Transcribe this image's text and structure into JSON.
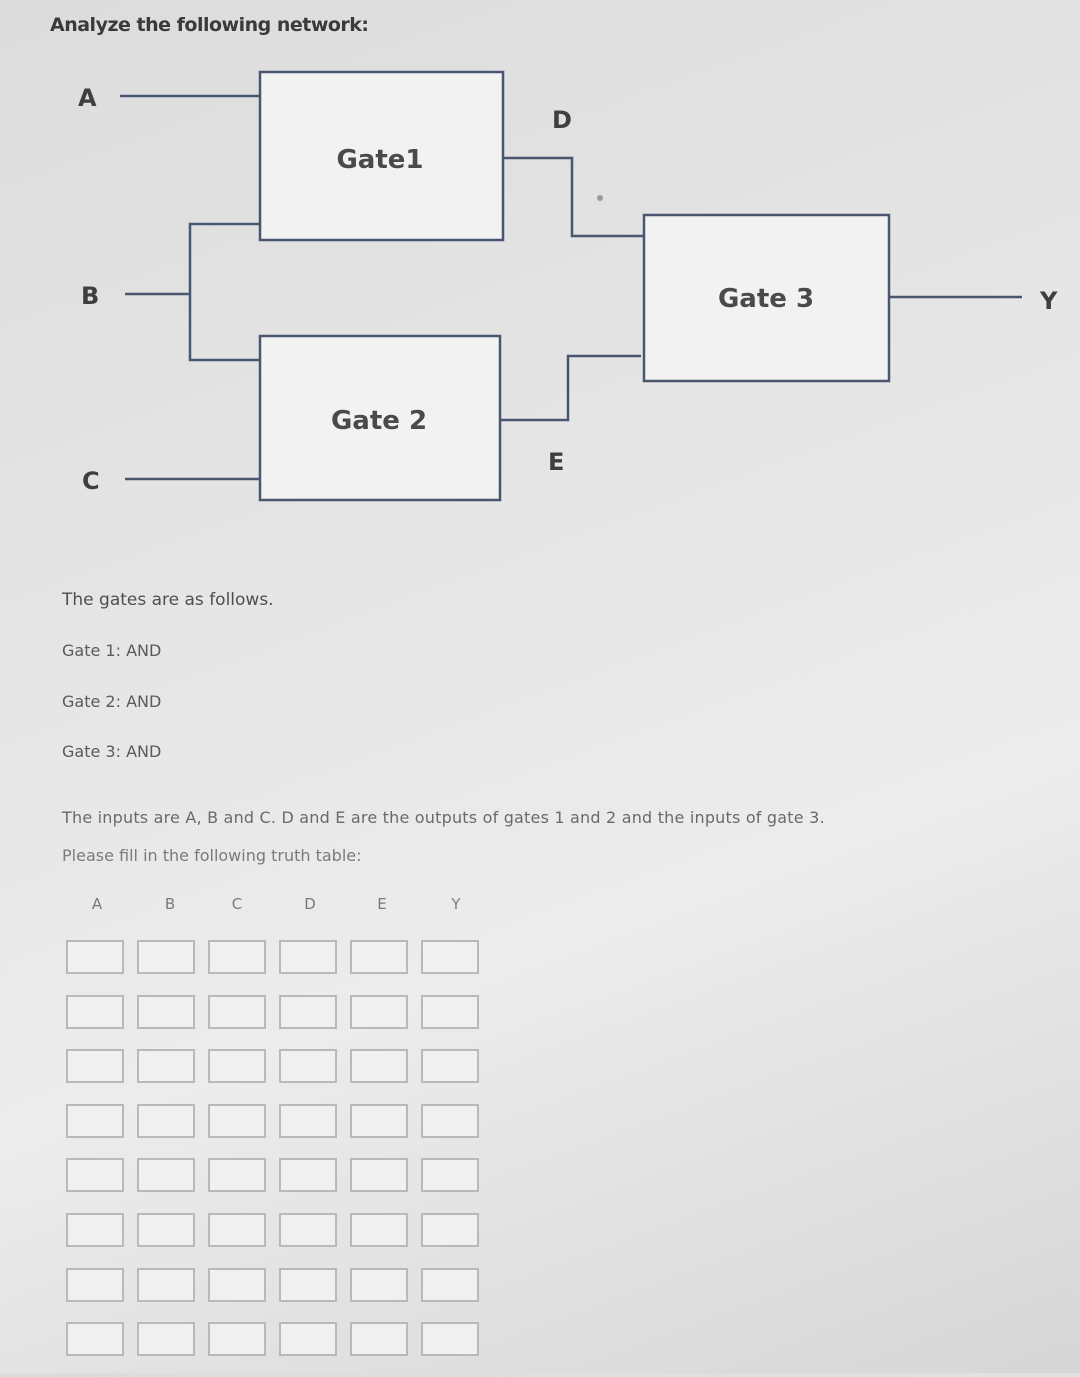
{
  "heading": "Analyze the following network:",
  "diagram": {
    "inputs": [
      "A",
      "B",
      "C"
    ],
    "intermediates": [
      "D",
      "E"
    ],
    "output": "Y",
    "gates": [
      "Gate1",
      "Gate 2",
      "Gate 3"
    ]
  },
  "description": {
    "intro": "The gates are as follows.",
    "gate1": "Gate 1: AND",
    "gate2": "Gate 2: AND",
    "gate3": "Gate 3: AND",
    "inputs_text": "The inputs are A, B and C. D and E are the outputs of gates 1 and 2 and the inputs of gate 3.",
    "instruction": "Please fill in the following truth table:"
  },
  "truth_table": {
    "headers": [
      "A",
      "B",
      "C",
      "D",
      "E",
      "Y"
    ],
    "rows": 8
  }
}
